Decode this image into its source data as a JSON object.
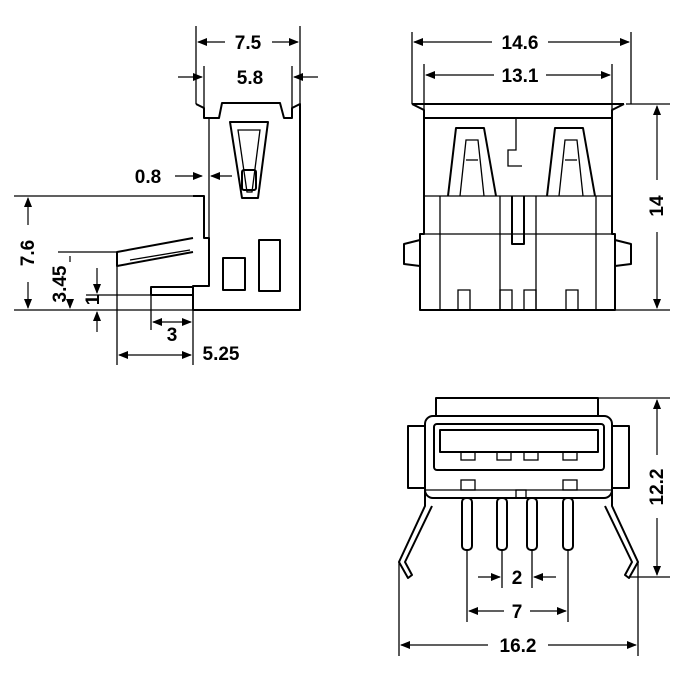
{
  "side_view": {
    "width_overall": "7.5",
    "width_inner": "5.8",
    "wall_thickness": "0.8",
    "pin_height": "7.6",
    "bend_height": "3.45",
    "standoff": "1",
    "pin_offset": "3",
    "pin_reach": "5.25"
  },
  "front_view": {
    "width_overall": "14.6",
    "width_inner": "13.1",
    "height": "14"
  },
  "bottom_view": {
    "depth": "12.2",
    "pin_pitch": "2",
    "pin_span": "7",
    "width_with_legs": "16.2"
  }
}
